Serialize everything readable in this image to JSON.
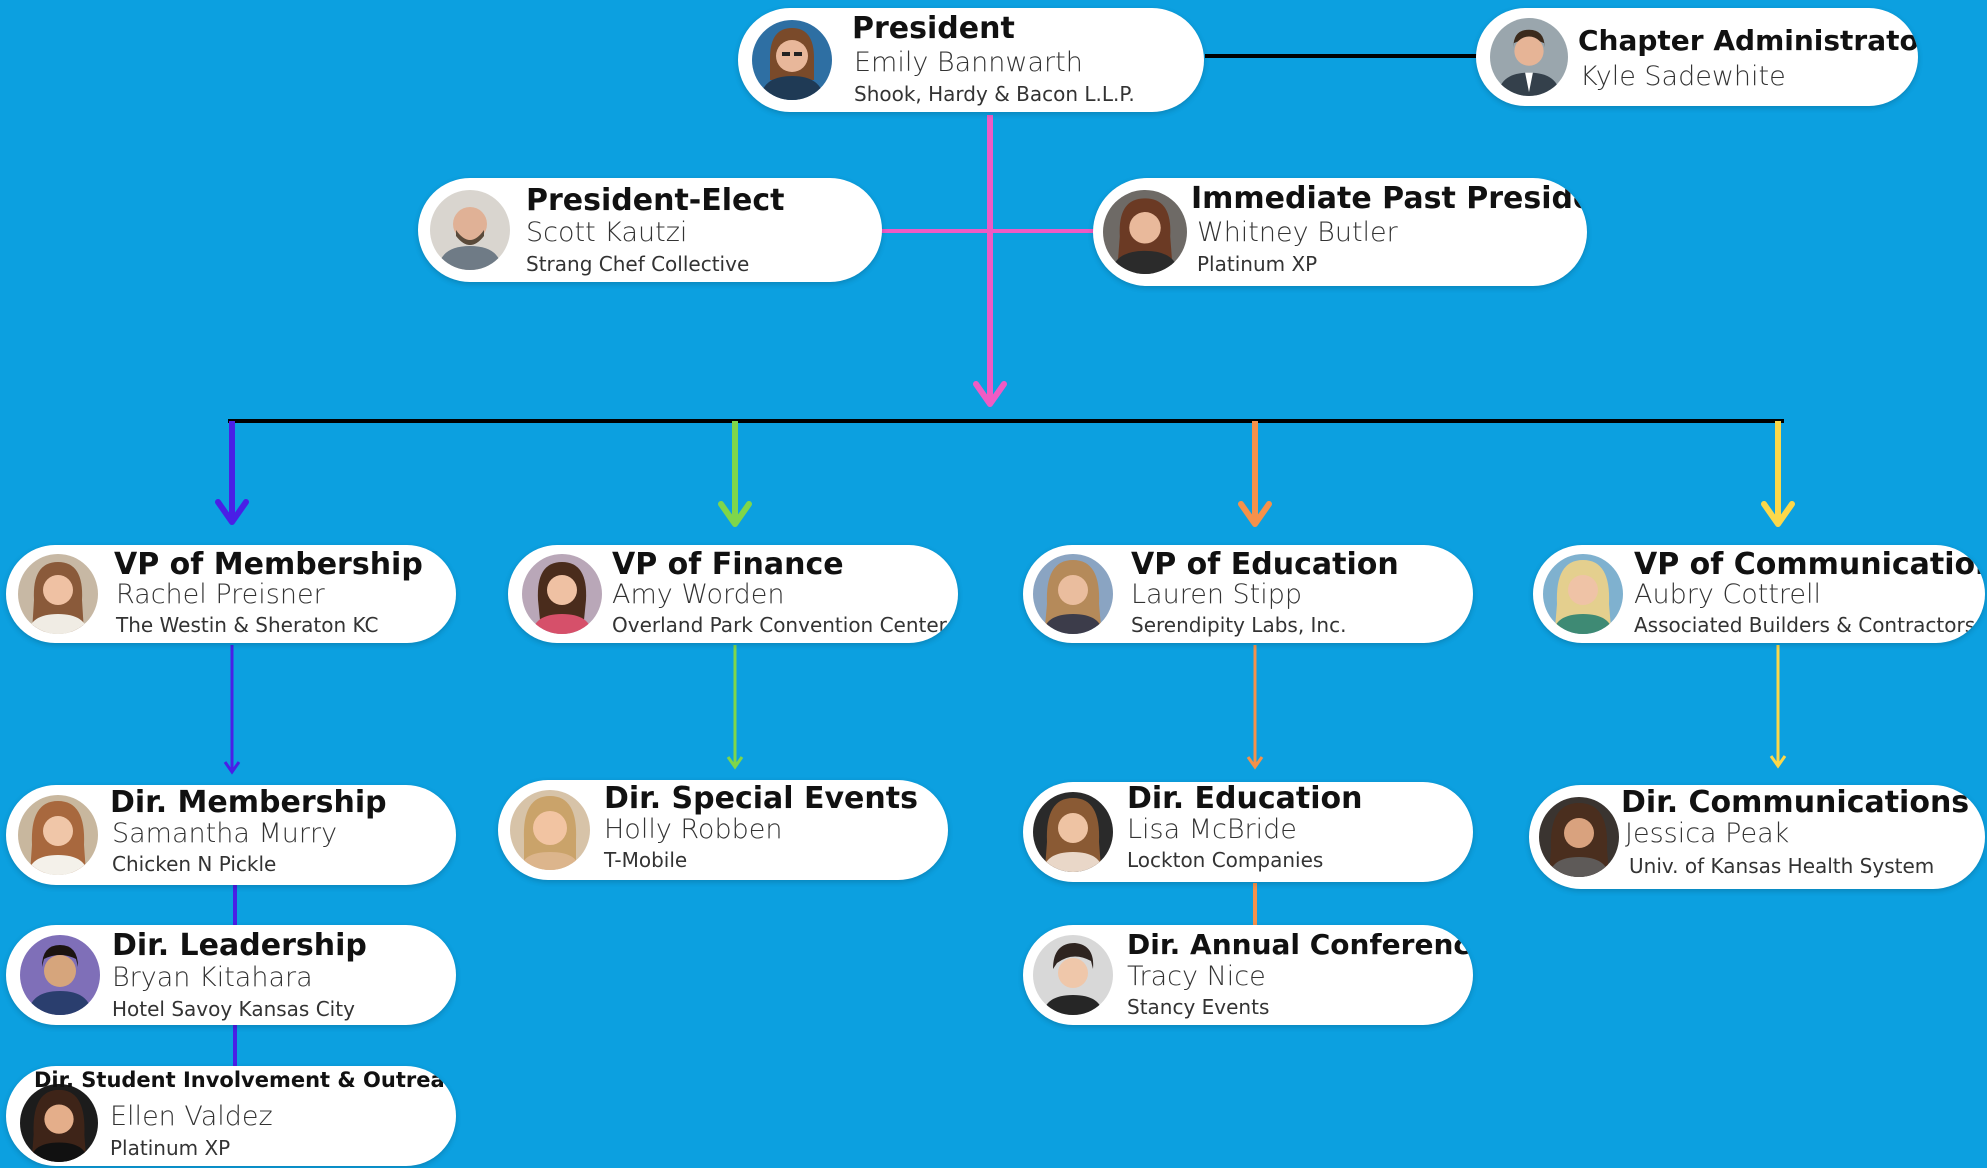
{
  "colors": {
    "background": "#0ca0e0",
    "card": "#ffffff",
    "connector_black": "#000000",
    "connector_pink": "#ef5bc4",
    "membership_line": "#4a1fe6",
    "finance_line": "#7fd64a",
    "education_line": "#f5914a",
    "communications_line": "#fcd84a"
  },
  "people": {
    "president": {
      "role": "President",
      "name": "Emily Bannwarth",
      "org": "Shook, Hardy & Bacon L.L.P."
    },
    "chapter_admin": {
      "role": "Chapter Administrator",
      "name": "Kyle Sadewhite"
    },
    "president_elect": {
      "role": "President-Elect",
      "name": "Scott Kautzi",
      "org": "Strang Chef Collective"
    },
    "past_president": {
      "role": "Immediate Past President",
      "name": "Whitney Butler",
      "org": "Platinum XP"
    },
    "vp_membership": {
      "role": "VP of Membership",
      "name": "Rachel Preisner",
      "org": "The Westin & Sheraton KC"
    },
    "vp_finance": {
      "role": "VP of Finance",
      "name": "Amy Worden",
      "org": "Overland Park Convention Center"
    },
    "vp_education": {
      "role": "VP of Education",
      "name": "Lauren Stipp",
      "org": "Serendipity Labs, Inc."
    },
    "vp_communications": {
      "role": "VP of Communications",
      "name": "Aubry Cottrell",
      "org": "Associated Builders & Contractors"
    },
    "dir_membership": {
      "role": "Dir. Membership",
      "name": "Samantha Murry",
      "org": "Chicken N Pickle"
    },
    "dir_special_events": {
      "role": "Dir. Special Events",
      "name": "Holly Robben",
      "org": "T-Mobile"
    },
    "dir_education": {
      "role": "Dir. Education",
      "name": "Lisa McBride",
      "org": "Lockton Companies"
    },
    "dir_communications": {
      "role": "Dir. Communications",
      "name": "Jessica Peak",
      "org": "Univ. of Kansas Health System"
    },
    "dir_leadership": {
      "role": "Dir. Leadership",
      "name": "Bryan Kitahara",
      "org": "Hotel Savoy Kansas City"
    },
    "dir_annual_conference": {
      "role": "Dir. Annual Conference",
      "name": "Tracy Nice",
      "org": "Stancy Events"
    },
    "dir_student": {
      "role": "Dir. Student Involvement & Outreach",
      "name": "Ellen Valdez",
      "org": "Platinum XP"
    }
  }
}
